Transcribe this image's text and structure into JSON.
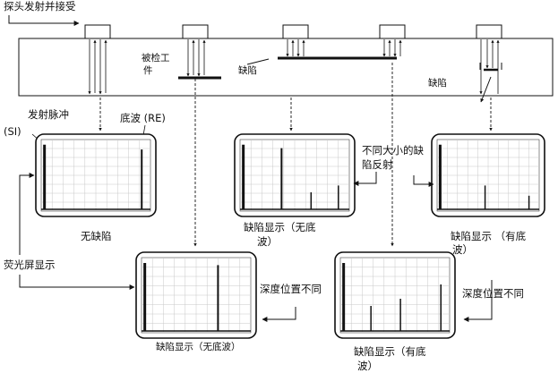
{
  "labels": {
    "probe_emit_receive": "探头发射并接受",
    "test_piece": "被检工件",
    "defect_a": "缺陷",
    "defect_b": "缺陷",
    "emission_pulse": "发射脉冲",
    "si": "(SI)",
    "bottom_wave": "底波 (RE)",
    "diff_size_line1": "不同大小的缺",
    "diff_size_line2": "陷反射",
    "fluorescent_screen": "荧光屏显示",
    "depth_diff_1": "深度位置不同",
    "depth_diff_2": "深度位置不同"
  },
  "screens": [
    {
      "caption_lines": [
        "无缺陷"
      ]
    },
    {
      "caption_lines": [
        "缺陷显示（无底",
        "波）"
      ]
    },
    {
      "caption_lines": [
        "缺陷显示  （有底",
        "波）"
      ]
    },
    {
      "caption_lines": [
        "缺陷显示（无底波）"
      ]
    },
    {
      "caption_lines": [
        "缺陷显示（有底",
        "波）"
      ]
    }
  ]
}
